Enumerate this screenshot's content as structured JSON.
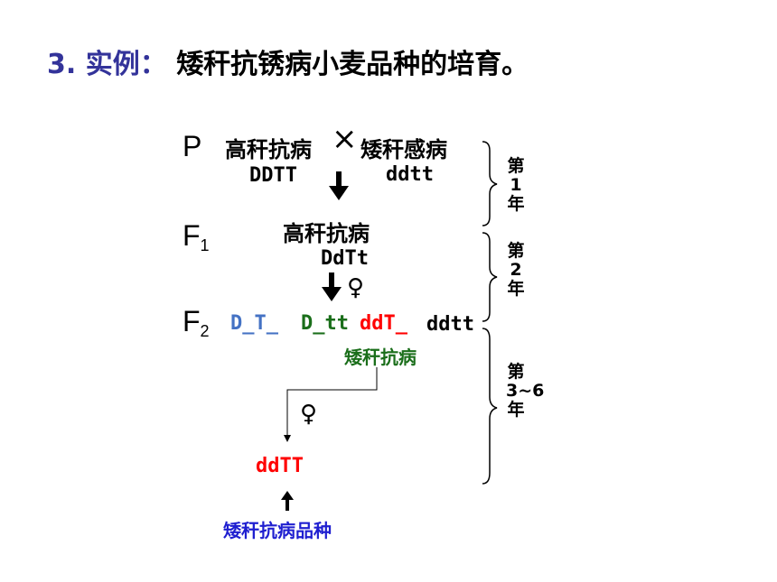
{
  "title": {
    "number": "3.",
    "heading": "实例：",
    "text": "矮秆抗锈病小麦品种的培育。"
  },
  "generations": {
    "p": "P",
    "f1_letter": "F",
    "f1_sub": "1",
    "f2_letter": "F",
    "f2_sub": "2"
  },
  "parents": {
    "tall_resistant": "高秆抗病",
    "cross_symbol": "×",
    "dwarf_susceptible": "矮秆感病",
    "tall_genotype": "DDTT",
    "dwarf_genotype": "ddtt"
  },
  "f1": {
    "phenotype": "高秆抗病",
    "genotype": "DdTt"
  },
  "selfing_symbol": "♀",
  "f2": {
    "g1": "D_T_",
    "g2": "D_tt",
    "g3": "ddT_",
    "g4": "ddtt",
    "selected_phenotype": "矮秆抗病"
  },
  "result": {
    "genotype": "ddTT",
    "variety": "矮秆抗病品种"
  },
  "years": {
    "y1": "第1年",
    "y2": "第2年",
    "y3": "第3~6年"
  },
  "colors": {
    "title_blue": "#33339a",
    "d_t_blue": "#4472c4",
    "green": "#1a6e1a",
    "red": "#ff0000",
    "variety_blue": "#1f1fd0"
  }
}
